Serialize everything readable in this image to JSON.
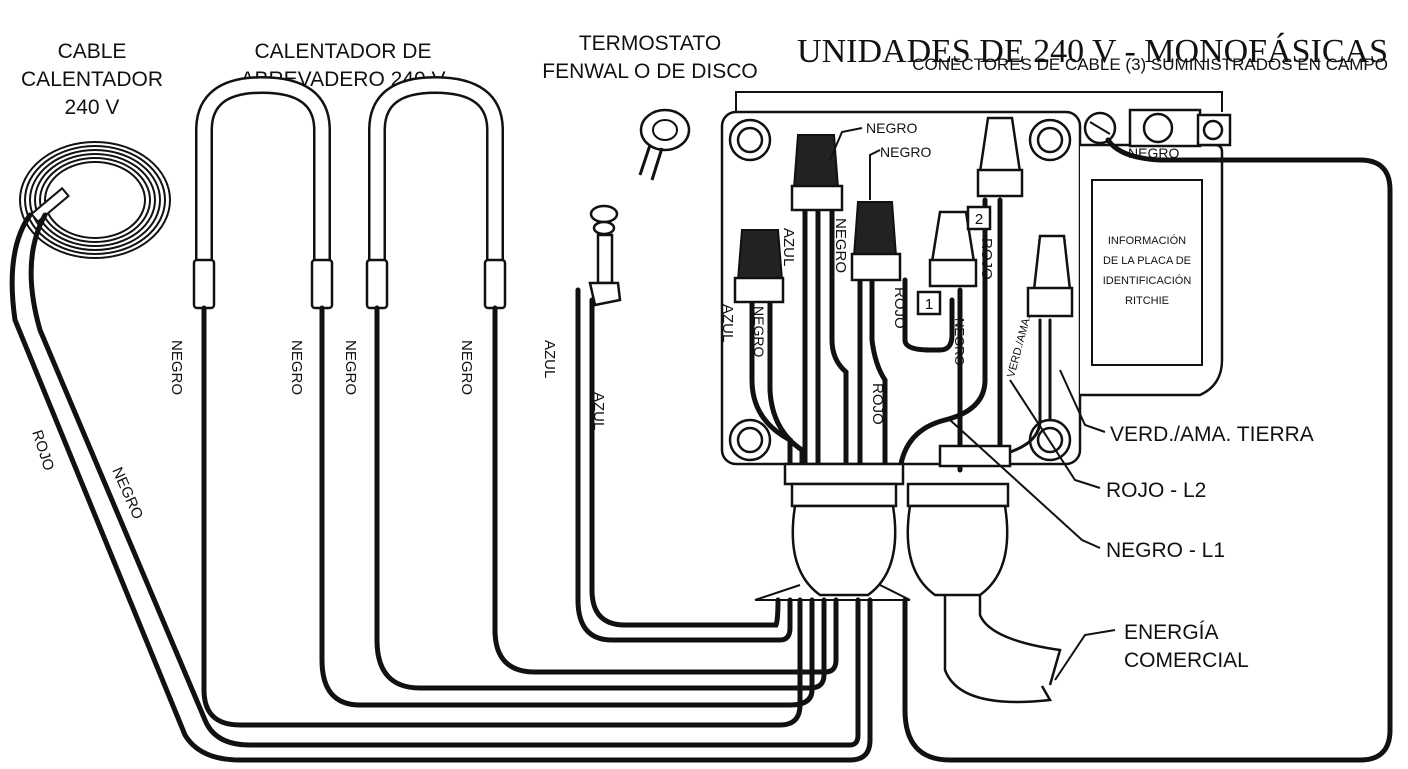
{
  "title": "UNIDADES DE 240 V - MONOFÁSICAS",
  "subtitle": "CONECTORES DE CABLE (3) SUMINISTRADOS EN CAMPO",
  "components": {
    "heat_cable": [
      "CABLE",
      "CALENTADOR",
      "240 V"
    ],
    "trough_heater": [
      "CALENTADOR DE",
      "ABREVADERO 240 V"
    ],
    "thermostat": [
      "TERMOSTATO",
      "FENWAL O DE DISCO"
    ]
  },
  "wire_labels": {
    "rojo": "ROJO",
    "negro": "NEGRO",
    "azul": "AZUL",
    "verd_ama": "VERD./AMA."
  },
  "terminals": {
    "t1": "1",
    "t2": "2"
  },
  "nameplate": [
    "INFORMACIÓN",
    "DE LA PLACA DE",
    "IDENTIFICACIÓN",
    "RITCHIE"
  ],
  "callouts": {
    "ground": "VERD./AMA. TIERRA",
    "l2": "ROJO - L2",
    "l1": "NEGRO - L1",
    "power": [
      "ENERGÍA",
      "COMERCIAL"
    ]
  }
}
